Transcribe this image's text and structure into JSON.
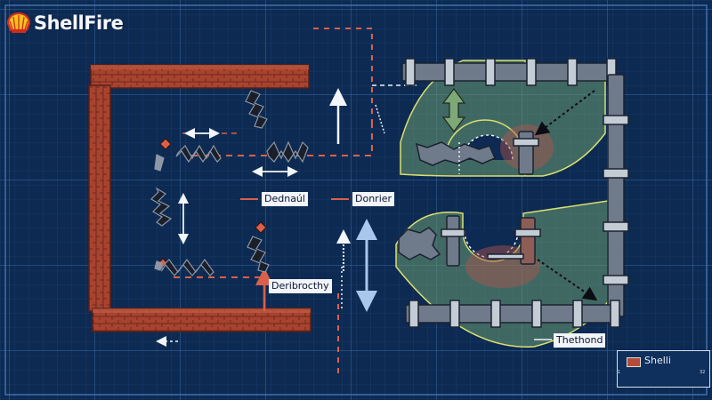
{
  "logo": {
    "text": "ShellFire"
  },
  "labels": {
    "top_left": "Dednaúl",
    "top_right": "Donrier",
    "bottom_left": "Deribrocthy",
    "bottom_right": "Thethond"
  },
  "legend": {
    "label": "Shelli"
  },
  "scale": {
    "start": "1",
    "end": "32"
  },
  "colors": {
    "background": "#0d2a52",
    "grid": "#2d5c94",
    "brick": "#a8432f",
    "metal": "#8d97a6",
    "zone_fill": "#6c9a71",
    "zone_stroke": "#d9df6e",
    "marker": "#d9604a"
  }
}
